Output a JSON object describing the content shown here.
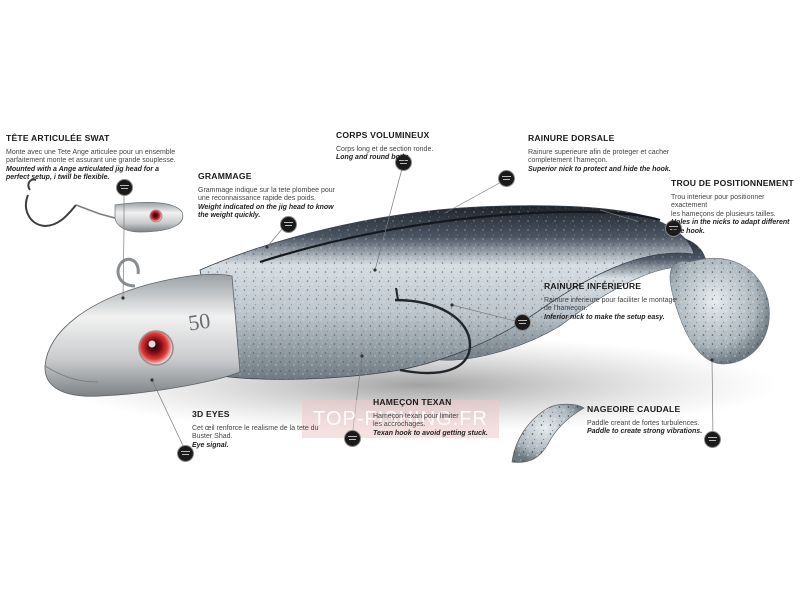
{
  "watermark": "TOP-FISHING.FR",
  "head_weight_mark": "50",
  "colors": {
    "background": "#ffffff",
    "badge": "#1a1a1a",
    "leader": "#777777"
  },
  "labels": [
    {
      "id": "tete",
      "title": "TÊTE ARTICULÉE SWAT",
      "fr": [
        "Monte avec une Tete Ange articulee pour un ensemble",
        "parfaitement monte et assurant une grande souplesse."
      ],
      "en": [
        "Mounted with a Ange articulated jig head for a",
        "perfect setup, i twill be flexible."
      ]
    },
    {
      "id": "grammage",
      "title": "GRAMMAGE",
      "fr": [
        "Grammage indique sur la tete plombee pour",
        "une reconnaissance rapide des poids."
      ],
      "en": [
        "Weight indicated on the jig head to know",
        "the weight quickly."
      ]
    },
    {
      "id": "corps",
      "title": "CORPS VOLUMINEUX",
      "fr": [
        "Corps long et de section ronde."
      ],
      "en": [
        "Long and round body."
      ]
    },
    {
      "id": "dorsale",
      "title": "RAINURE DORSALE",
      "fr": [
        "Rainure superieure afin de proteger et cacher",
        "completement l'hameçon."
      ],
      "en": [
        "Superior nick to protect and hide the hook."
      ]
    },
    {
      "id": "trou",
      "title": "TROU DE POSITIONNEMENT",
      "fr": [
        "Trou interieur pour positionner exactement",
        "les hameçons de plusieurs tailles."
      ],
      "en": [
        "Holes in the nicks to adapt different",
        "size hook."
      ]
    },
    {
      "id": "inferieure",
      "title": "RAINURE INFÉRIEURE",
      "fr": [
        "Rainure inferieure pour faciliter le montage",
        "de l'hameçon."
      ],
      "en": [
        "Inferior nick to make the setup easy."
      ]
    },
    {
      "id": "eyes",
      "title": "3D EYES",
      "fr": [
        "Cet œil renforce le realisme de la tete du",
        "Buster Shad."
      ],
      "en": [
        "Eye signal."
      ]
    },
    {
      "id": "texan",
      "title": "HAMEÇON TEXAN",
      "fr": [
        "Hameçon texan pour limiter",
        "les accrochages."
      ],
      "en": [
        "Texan hook to avoid getting stuck."
      ]
    },
    {
      "id": "caudale",
      "title": "NAGEOIRE CAUDALE",
      "fr": [
        "Paddle creant de fortes turbulences."
      ],
      "en": [
        "Paddle to create strong vibrations."
      ]
    }
  ]
}
